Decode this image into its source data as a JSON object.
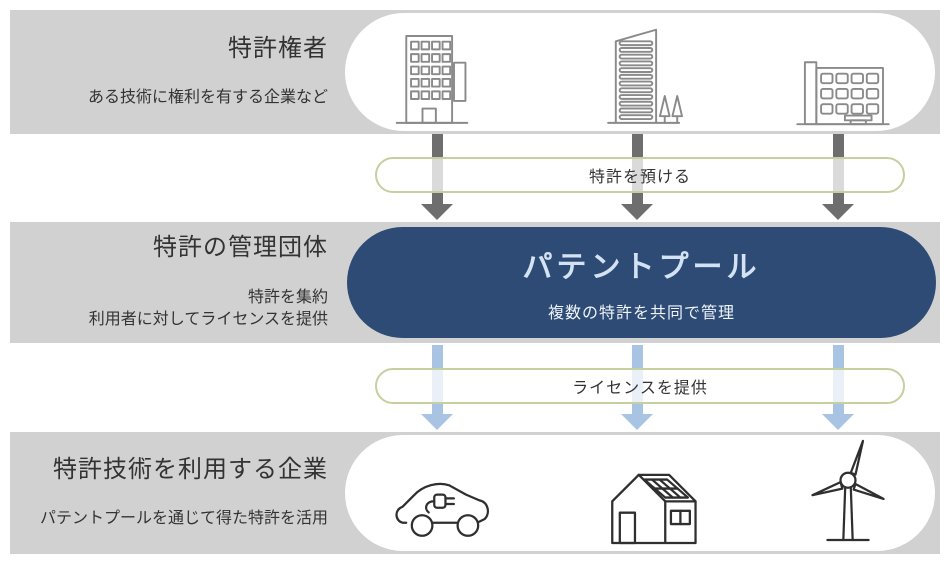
{
  "palette": {
    "band_bg": "#d1d1d1",
    "panel_bg": "#ffffff",
    "pool_bg": "#2d4b74",
    "pool_title": "#d3e3f3",
    "pool_subtitle": "#eef4fa",
    "pill_border": "#c6cf9e",
    "arrow_dark": "#6e6e6e",
    "arrow_light": "#a9c4e3",
    "icon_gray": "#8a8a8a",
    "icon_dark": "#2f2f2f",
    "text": "#333333"
  },
  "rows": {
    "holders": {
      "title": "特許権者",
      "subtitle": "ある技術に権利を有する企業など",
      "icons": [
        "office-building-icon",
        "skyscraper-icon",
        "low-rise-building-icon"
      ]
    },
    "flow1": {
      "label": "特許を預ける"
    },
    "manager": {
      "title": "特許の管理団体",
      "subtitle_lines": [
        "特許を集約",
        "利用者に対してライセンスを提供"
      ],
      "pool": {
        "title": "パテントプール",
        "subtitle": "複数の特許を共同で管理"
      }
    },
    "flow2": {
      "label": "ライセンスを提供"
    },
    "users": {
      "title": "特許技術を利用する企業",
      "subtitle": "パテントプールを通じて得た特許を活用",
      "icons": [
        "electric-car-icon",
        "solar-house-icon",
        "wind-turbine-icon"
      ]
    }
  }
}
